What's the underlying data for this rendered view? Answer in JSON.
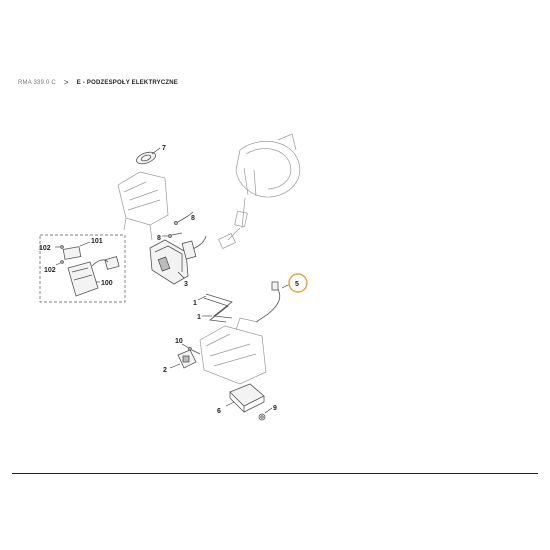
{
  "breadcrumb": {
    "model": "RMA 339.0 C",
    "separator": ">",
    "section": "E - PODZESPOŁY ELEKTRYCZNE"
  },
  "callouts": {
    "c1": "1",
    "c2": "2",
    "c3": "3",
    "c5": "5",
    "c6": "6",
    "c7": "7",
    "c8a": "8",
    "c8b": "8",
    "c9": "9",
    "c10": "10",
    "c100": "100",
    "c101": "101",
    "c102a": "102",
    "c102b": "102"
  },
  "colors": {
    "highlight_ring": "#e8a040",
    "ink": "#222222"
  }
}
